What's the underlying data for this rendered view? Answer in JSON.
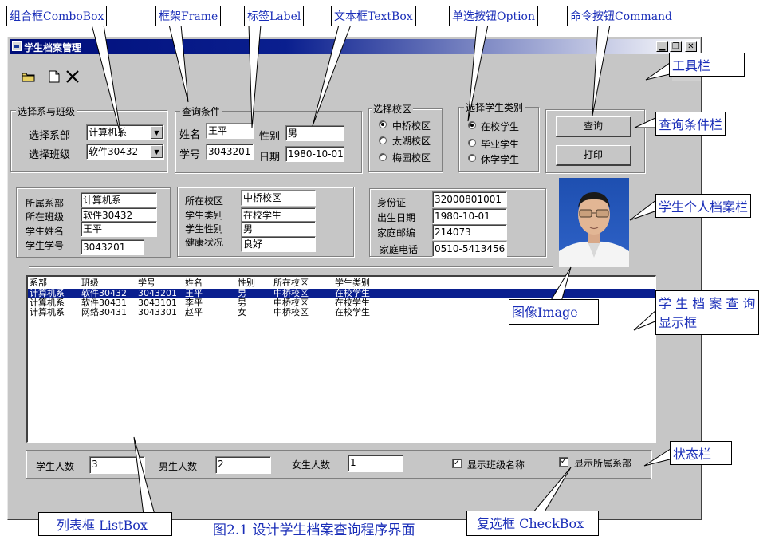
{
  "window": {
    "title": "学生档案管理"
  },
  "query_major": {
    "title": "选择系与班级",
    "dept_label": "选择系部",
    "dept_value": "计算机系",
    "class_label": "选择班级",
    "class_value": "软件30432"
  },
  "query_cond": {
    "title": "查询条件",
    "name_label": "姓名",
    "name_value": "王平",
    "sex_label": "性别",
    "sex_value": "男",
    "id_label": "学号",
    "id_value": "3043201",
    "date_label": "日期",
    "date_value": "1980-10-01"
  },
  "campus": {
    "title": "选择校区",
    "options": [
      "中桥校区",
      "太湖校区",
      "梅园校区"
    ],
    "selected": 0
  },
  "category": {
    "title": "选择学生类别",
    "options": [
      "在校学生",
      "毕业学生",
      "休学学生"
    ],
    "selected": 0
  },
  "commands": {
    "query": "查询",
    "print": "打印"
  },
  "profile1": {
    "dept_label": "所属系部",
    "dept": "计算机系",
    "class_label": "所在班级",
    "class": "软件30432",
    "name_label": "学生姓名",
    "name": "王平",
    "id_label": "学生学号",
    "id": "3043201"
  },
  "profile2": {
    "campus_label": "所在校区",
    "campus": "中桥校区",
    "cat_label": "学生类别",
    "cat": "在校学生",
    "sex_label": "学生性别",
    "sex": "男",
    "health_label": "健康状况",
    "health": "良好"
  },
  "profile3": {
    "idcard_label": "身份证",
    "idcard": "32000801001",
    "birth_label": "出生日期",
    "birth": "1980-10-01",
    "zip_label": "家庭邮编",
    "zip": "214073",
    "phone_label": "家庭电话",
    "phone": "0510-5413456"
  },
  "list": {
    "headers": [
      "系部",
      "班级",
      "学号",
      "姓名",
      "性别",
      "所在校区",
      "学生类别"
    ],
    "rows": [
      [
        "计算机系",
        "软件30432",
        "3043201",
        "王平",
        "男",
        "中桥校区",
        "在校学生"
      ],
      [
        "计算机系",
        "软件30431",
        "3043101",
        "李平",
        "男",
        "中桥校区",
        "在校学生"
      ],
      [
        "计算机系",
        "网络30431",
        "3043301",
        "赵平",
        "女",
        "中桥校区",
        "在校学生"
      ]
    ],
    "selected_row": 0
  },
  "status": {
    "total_label": "学生人数",
    "total": "3",
    "male_label": "男生人数",
    "male": "2",
    "female_label": "女生人数",
    "female": "1",
    "show_class": "显示班级名称",
    "show_dept": "显示所属系部"
  },
  "callouts": {
    "combobox": "组合框ComboBox",
    "frame": "框架Frame",
    "label": "标签Label",
    "textbox": "文本框TextBox",
    "option": "单选按钮Option",
    "command": "命令按钮Command",
    "toolbar": "工具栏",
    "query_bar": "查询条件栏",
    "profile_bar": "学生个人档案栏",
    "image": "图像Image",
    "list_display_1": "学 生 档 案 查 询",
    "list_display_2": "显示框",
    "statusbar": "状态栏",
    "listbox": "列表框 ListBox",
    "checkbox": "复选框 CheckBox"
  },
  "caption": "图2.1 设计学生档案查询程序界面"
}
